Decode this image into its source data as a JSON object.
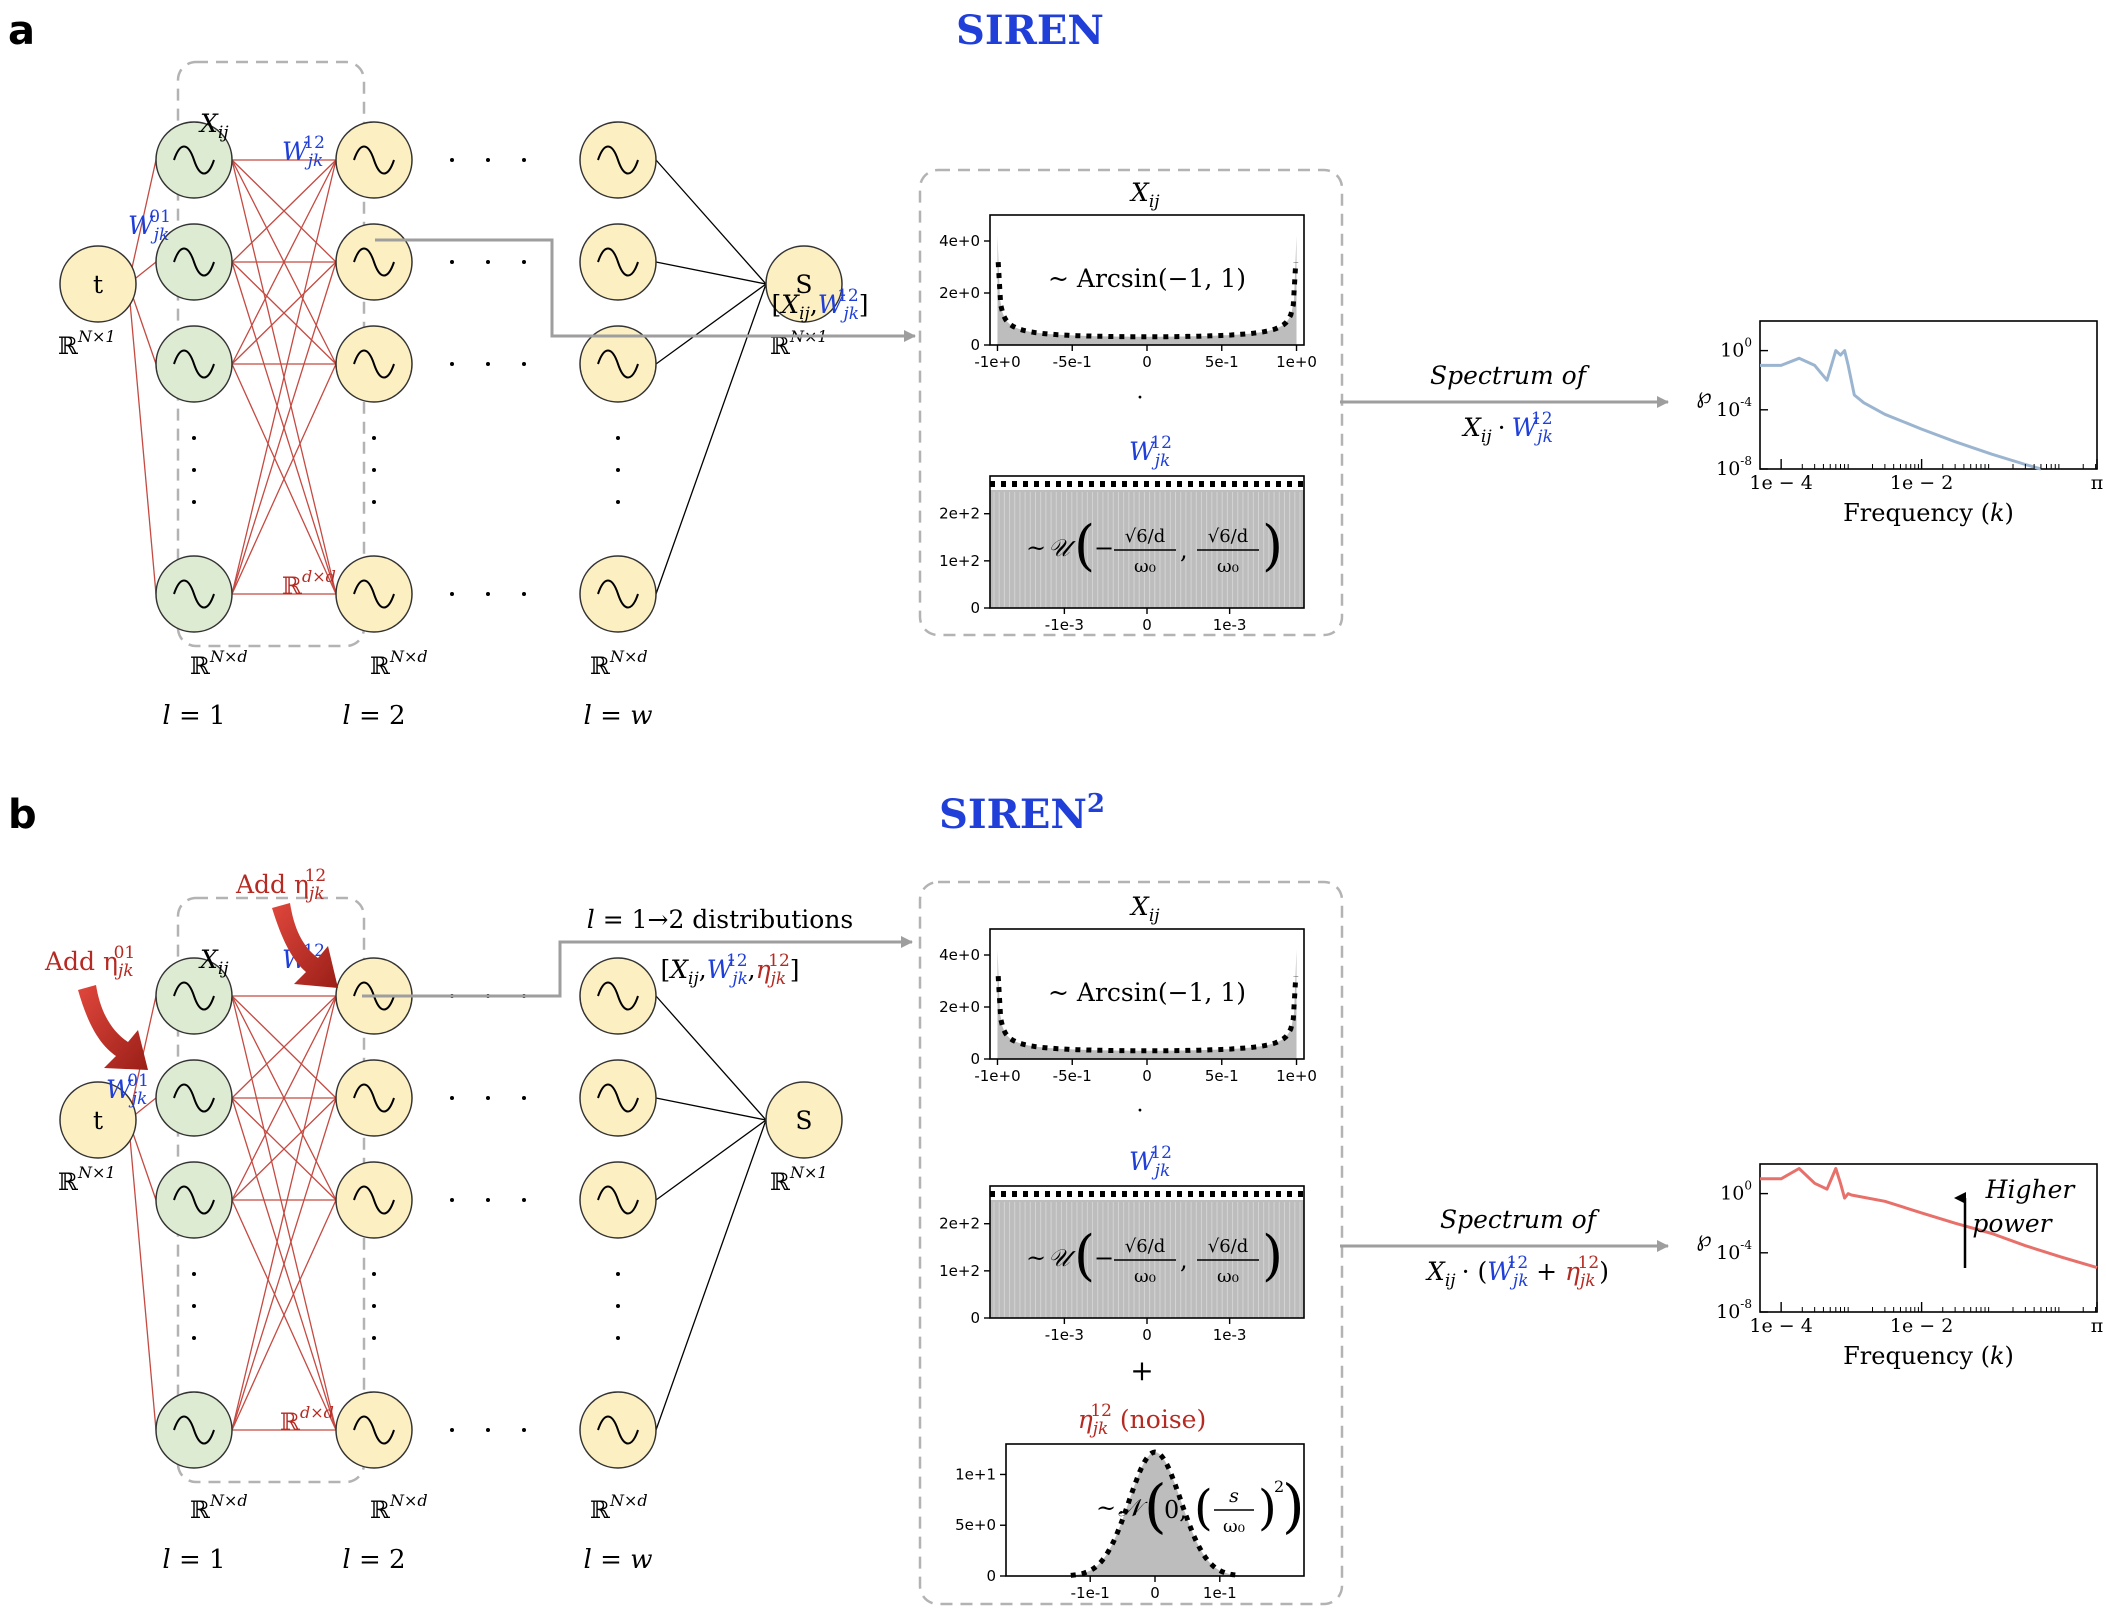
{
  "panel_a": {
    "letter": "a",
    "title": "SIREN",
    "input_node": "t",
    "output_node": "S",
    "in_dim": "ℝ",
    "in_dim_sup": "N×1",
    "out_dim": "ℝ",
    "out_dim_sup": "N×1",
    "layer_dim": "ℝ",
    "layer_dim_sup": "N×d",
    "weight_dim": "ℝ",
    "weight_dim_sup": "d×d",
    "x_label": "X",
    "x_sub": "ij",
    "w01": "W",
    "w01_sub": "jk",
    "w01_sup": "01",
    "w12": "W",
    "w12_sub": "jk",
    "w12_sup": "12",
    "layer_labels": [
      "l = 1",
      "l = 2",
      "l = w"
    ],
    "arrow_label_open": "[",
    "arrow_label_x": "X",
    "arrow_label_xsub": "ij",
    "arrow_label_comma": ",",
    "arrow_label_w": "W",
    "arrow_label_wsub": "jk",
    "arrow_label_wsup": "12",
    "arrow_label_close": "]",
    "spectrum_label_1": "Spectrum of",
    "spectrum_label_2_x": "X",
    "spectrum_label_2_xsub": "ij",
    "spectrum_label_2_dot": "·",
    "spectrum_label_2_w": "W",
    "spectrum_label_2_wsub": "jk",
    "spectrum_label_2_wsup": "12"
  },
  "panel_b": {
    "letter": "b",
    "title": "SIREN",
    "title_sup": "2",
    "input_node": "t",
    "output_node": "S",
    "add_eta01": "Add η",
    "add_eta01_sub": "jk",
    "add_eta01_sup": "01",
    "add_eta12": "Add η",
    "add_eta12_sub": "jk",
    "add_eta12_sup": "12",
    "layer_labels": [
      "l = 1",
      "l = 2",
      "l = w"
    ],
    "dist_label": "l = 1→2 distributions",
    "arrow_label_open": "[",
    "arrow_label_x": "X",
    "arrow_label_xsub": "ij",
    "arrow_label_comma1": ",",
    "arrow_label_w": "W",
    "arrow_label_wsub": "jk",
    "arrow_label_wsup": "12",
    "arrow_label_comma2": ",",
    "arrow_label_eta": "η",
    "arrow_label_etasub": "jk",
    "arrow_label_etasup": "12",
    "arrow_label_close": "]",
    "spectrum_label_1": "Spectrum of",
    "spectrum_label_2_x": "X",
    "spectrum_label_2_xsub": "ij",
    "spectrum_label_2_dot": "· (",
    "spectrum_label_2_w": "W",
    "spectrum_label_2_wsub": "jk",
    "spectrum_label_2_wsup": "12",
    "spectrum_label_2_plus": " + ",
    "spectrum_label_2_eta": "η",
    "spectrum_label_2_etasub": "jk",
    "spectrum_label_2_etasup": "12",
    "spectrum_label_2_close": ")",
    "plus": "+",
    "noise_title": "η",
    "noise_title_sub": "jk",
    "noise_title_sup": "12",
    "noise_title_tail": " (noise)",
    "higher_power": [
      "Higher",
      "power"
    ]
  },
  "hist_x": {
    "title": "X",
    "title_sub": "ij",
    "label": "~ Arcsin(−1, 1)",
    "xticks": [
      "-1e+0",
      "-5e-1",
      "0",
      "5e-1",
      "1e+0"
    ],
    "yticks": [
      "0",
      "2e+0",
      "4e+0"
    ]
  },
  "hist_w": {
    "title": "W",
    "title_sub": "jk",
    "title_sup": "12",
    "label_prefix": "~",
    "label_dist": "𝒰",
    "label_num": "√6/d",
    "label_den": "ω₀",
    "xticks": [
      "-1e-3",
      "0",
      "1e-3"
    ],
    "yticks": [
      "0",
      "1e+2",
      "2e+2"
    ]
  },
  "hist_eta": {
    "label_prefix": "~",
    "label_dist": "𝒩",
    "label_zero": "0,",
    "label_num": "s",
    "label_den": "ω₀",
    "label_sq": "2",
    "xticks": [
      "-1e-1",
      "0",
      "1e-1"
    ],
    "yticks": [
      "0",
      "5e+0",
      "1e+1"
    ]
  },
  "spectrum_axes": {
    "ylabel": "℘",
    "xlabel": "Frequency (k)",
    "xticks": [
      "1e − 4",
      "1e − 2",
      "π"
    ],
    "yticks": [
      "10",
      "10",
      "10"
    ],
    "ytick_exp": [
      "0",
      "-4",
      "-8"
    ]
  },
  "colors": {
    "accent_blue": "#1f3fd8",
    "accent_red": "#b52a22",
    "node_green": "#dcebd2",
    "node_yellow": "#fcefc2",
    "spectrum_a": "#9bb5d1",
    "spectrum_b": "#e8706a",
    "hist_gray": "#bdbdbd"
  },
  "chart_data": [
    {
      "type": "line",
      "xscale": "log",
      "yscale": "log",
      "xlabel": "Frequency (k)",
      "ylabel": "℘",
      "xlim": [
        5e-05,
        3.1416
      ],
      "ylim": [
        1e-08,
        100
      ],
      "series": [
        {
          "x": [
            5e-05,
            0.0001,
            0.00018,
            0.0003,
            0.00045,
            0.0006,
            0.0007,
            0.0008,
            0.0009,
            0.0011,
            0.0015,
            0.003,
            0.01,
            0.03,
            0.1,
            0.3,
            0.5
          ],
          "y": [
            0.1,
            0.1,
            0.3,
            0.1,
            0.01,
            1.0,
            0.5,
            1.0,
            0.1,
            0.001,
            0.0003,
            5e-05,
            5e-06,
            7e-07,
            1e-07,
            2e-08,
            1e-08
          ]
        }
      ]
    },
    {
      "type": "line",
      "xscale": "log",
      "yscale": "log",
      "xlabel": "Frequency (k)",
      "ylabel": "℘",
      "xlim": [
        5e-05,
        3.1416
      ],
      "ylim": [
        1e-08,
        100
      ],
      "series": [
        {
          "x": [
            5e-05,
            0.0001,
            0.00018,
            0.0003,
            0.00045,
            0.0006,
            0.0007,
            0.0008,
            0.0009,
            0.001,
            0.003,
            0.01,
            0.03,
            0.1,
            0.3,
            1,
            3.1416
          ],
          "y": [
            10,
            10,
            50,
            5,
            2,
            50,
            5,
            0.5,
            1,
            0.8,
            0.3,
            0.05,
            0.01,
            0.002,
            0.0003,
            5e-05,
            1e-05
          ]
        }
      ]
    }
  ]
}
